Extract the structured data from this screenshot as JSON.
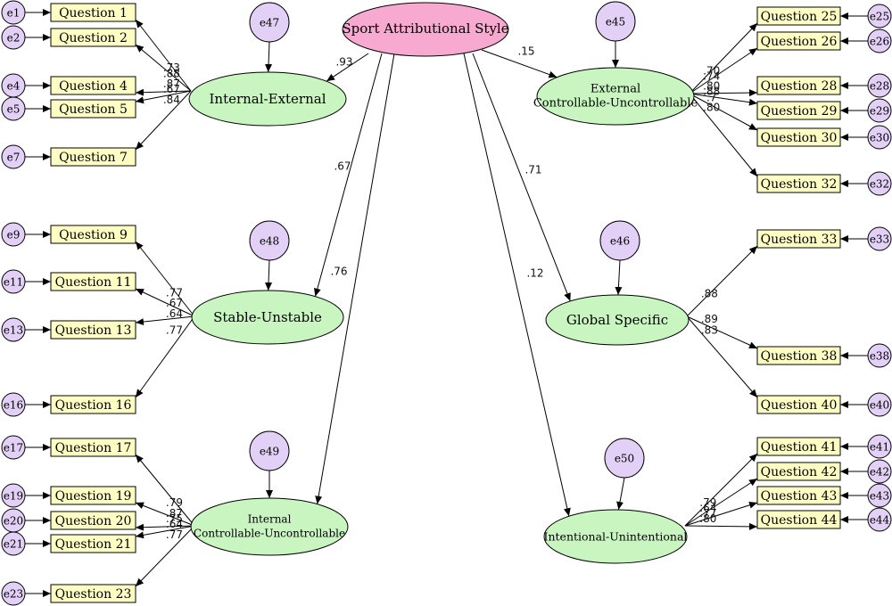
{
  "colors": {
    "latent_fill": "#c9f5c1",
    "root_fill": "#f7a9d0",
    "error_fill": "#e3d0f6",
    "indicator_fill": "#ffffc4",
    "stroke": "#000000"
  },
  "root": {
    "label": "Sport Attributional Style"
  },
  "factors": [
    {
      "id": "ie",
      "lines": [
        "Internal-External"
      ],
      "error": "e47",
      "loading": ".93",
      "items": [
        {
          "q": "Question 1",
          "e": "e1",
          "w": ".73"
        },
        {
          "q": "Question 2",
          "e": "e2",
          "w": ".88"
        },
        {
          "q": "Question 4",
          "e": "e4",
          "w": ".87"
        },
        {
          "q": "Question 5",
          "e": "e5",
          "w": ".67"
        },
        {
          "q": "Question 7",
          "e": "e7",
          "w": ".84"
        }
      ]
    },
    {
      "id": "su",
      "lines": [
        "Stable-Unstable"
      ],
      "error": "e48",
      "loading": ".67",
      "items": [
        {
          "q": "Question 9",
          "e": "e9",
          "w": ".77"
        },
        {
          "q": "Question 11",
          "e": "e11",
          "w": ".67"
        },
        {
          "q": "Question 13",
          "e": "e13",
          "w": ".64"
        },
        {
          "q": "Question 16",
          "e": "e16",
          "w": ".77"
        }
      ]
    },
    {
      "id": "icu",
      "lines": [
        "Internal",
        "Controllable-Uncontrollable"
      ],
      "error": "e49",
      "loading": ".76",
      "items": [
        {
          "q": "Question 17",
          "e": "e17",
          "w": ".79"
        },
        {
          "q": "Question 19",
          "e": "e19",
          "w": ".87"
        },
        {
          "q": "Question 20",
          "e": "e20",
          "w": ".75"
        },
        {
          "q": "Question 21",
          "e": "e21",
          "w": ".64"
        },
        {
          "q": "Question 23",
          "e": "e23",
          "w": ".77"
        }
      ]
    },
    {
      "id": "ecu",
      "lines": [
        "External",
        "Controllable-Uncontrollable"
      ],
      "error": "e45",
      "loading": ".15",
      "items": [
        {
          "q": "Question 25",
          "e": "e25",
          "w": ".70"
        },
        {
          "q": "Question 26",
          "e": "e26",
          "w": ".74"
        },
        {
          "q": "Question 28",
          "e": "e28",
          "w": ".80"
        },
        {
          "q": "Question 29",
          "e": "e29",
          "w": ".88"
        },
        {
          "q": "Question 30",
          "e": "e30",
          "w": ".7"
        },
        {
          "q": "Question 32",
          "e": "e32",
          "w": ".80"
        }
      ]
    },
    {
      "id": "gs",
      "lines": [
        "Global Specific"
      ],
      "error": "e46",
      "loading": ".71",
      "items": [
        {
          "q": "Question 33",
          "e": "e33",
          "w": ".88"
        },
        {
          "q": "Question 38",
          "e": "e38",
          "w": ".89"
        },
        {
          "q": "Question 40",
          "e": "e40",
          "w": ".83"
        }
      ]
    },
    {
      "id": "iu",
      "lines": [
        "Intentional-Unintentional"
      ],
      "error": "e50",
      "loading": ".12",
      "items": [
        {
          "q": "Question 41",
          "e": "e41",
          "w": ".79"
        },
        {
          "q": "Question 42",
          "e": "e42",
          "w": ".64"
        },
        {
          "q": "Question 43",
          "e": "e43",
          "w": ".77"
        },
        {
          "q": "Question 44",
          "e": "e44",
          "w": ".80"
        }
      ]
    }
  ]
}
